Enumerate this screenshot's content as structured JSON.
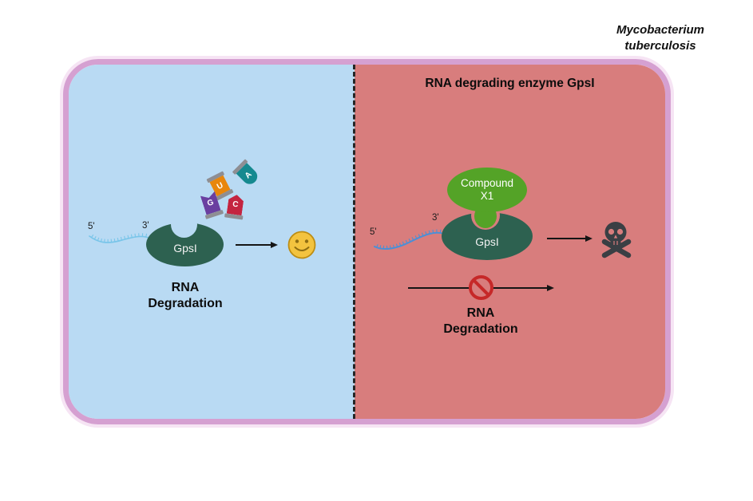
{
  "title": {
    "line1": "Mycobacterium",
    "line2": "tuberculosis"
  },
  "left_panel": {
    "rna": {
      "five_prime": "5'",
      "three_prime": "3'"
    },
    "enzyme_label": "GpsI",
    "nucleotides": [
      {
        "label": "U"
      },
      {
        "label": "A"
      },
      {
        "label": "G"
      },
      {
        "label": "C"
      }
    ],
    "caption": {
      "line1": "RNA",
      "line2": "Degradation"
    },
    "outcome_icon": "smiley-face"
  },
  "right_panel": {
    "heading": "RNA degrading enzyme GpsI",
    "rna": {
      "five_prime": "5'",
      "three_prime": "3'"
    },
    "compound": {
      "line1": "Compound",
      "line2": "X1"
    },
    "enzyme_label": "GpsI",
    "caption": {
      "line1": "RNA",
      "line2": "Degradation"
    },
    "outcome_icon": "skull-and-crossbones",
    "blocked_icon": "no-entry-sign"
  },
  "colors": {
    "left_panel_bg": "#b9daf3",
    "right_panel_bg": "#d87d7d",
    "membrane_band": "#d5a0d1",
    "membrane_light": "#f6e4f4",
    "enzyme": "#2d6150",
    "compound": "#54a327",
    "nucleotide_U": "#e8860c",
    "nucleotide_A": "#15898f",
    "nucleotide_G": "#6a3fa0",
    "nucleotide_C": "#c42440",
    "rna_strand_left": "#79c5e9",
    "rna_strand_right": "#4b8fd6",
    "smiley": "#f3c33f",
    "skull": "#3a3f44",
    "prohibition": "#c62828"
  }
}
